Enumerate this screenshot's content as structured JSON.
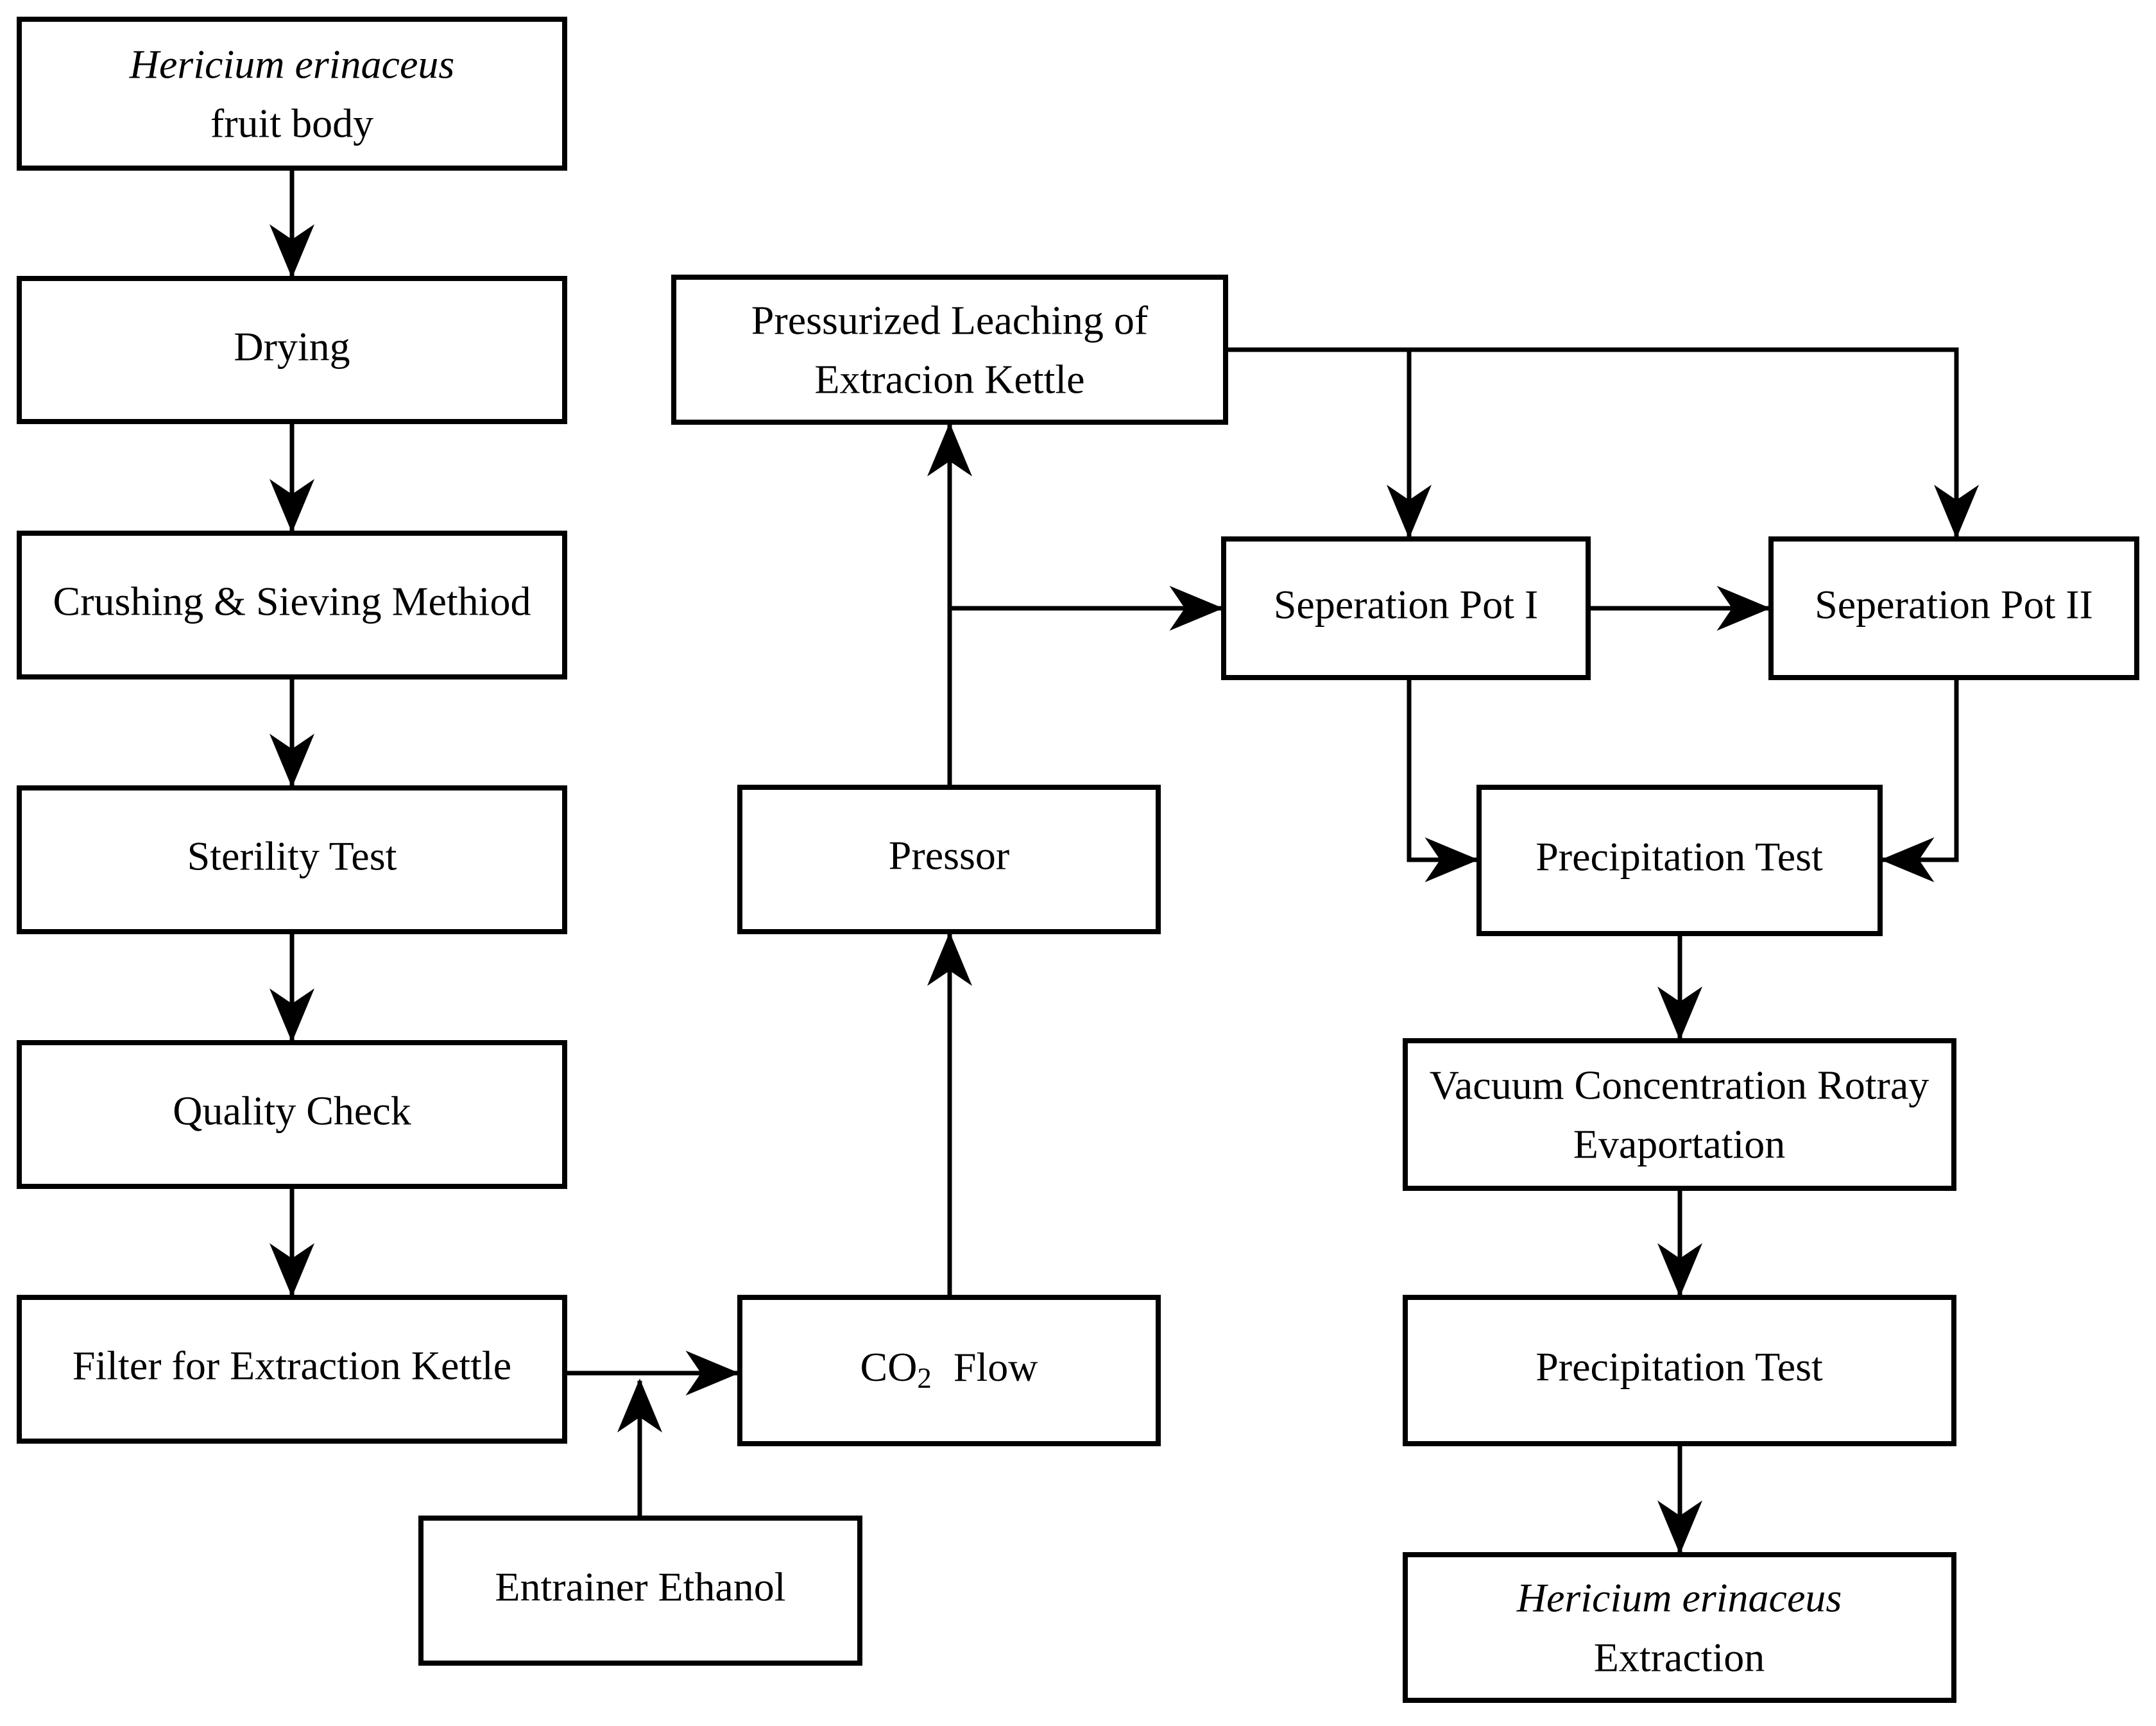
{
  "colors": {
    "stroke": "#000000",
    "box_fill": "#ffffff",
    "text": "#000000",
    "background": "#ffffff"
  },
  "nodes": {
    "fruit_body": {
      "line1": "Hericium erinaceus",
      "line2": "fruit body"
    },
    "drying": {
      "label": "Drying"
    },
    "crushing": {
      "label": "Crushing & Sieving Methiod"
    },
    "sterility": {
      "label": "Sterility Test"
    },
    "quality": {
      "label": "Quality Check"
    },
    "filter": {
      "label": "Filter for Extraction Kettle"
    },
    "leaching": {
      "line1": "Pressurized Leaching of",
      "line2": "Extracion Kettle"
    },
    "pressor": {
      "label": "Pressor"
    },
    "co2_flow": {
      "prefix": "CO",
      "subscript": "2",
      "suffix": "Flow"
    },
    "entrainer": {
      "label": "Entrainer Ethanol"
    },
    "pot1": {
      "label": "Seperation Pot I"
    },
    "pot2": {
      "label": "Seperation Pot II"
    },
    "precip1": {
      "label": "Precipitation Test"
    },
    "vacuum": {
      "line1": "Vacuum Concentration Rotray",
      "line2": "Evaportation"
    },
    "precip2": {
      "label": "Precipitation Test"
    },
    "extraction": {
      "line1": "Hericium erinaceus",
      "line2": "Extraction"
    }
  }
}
